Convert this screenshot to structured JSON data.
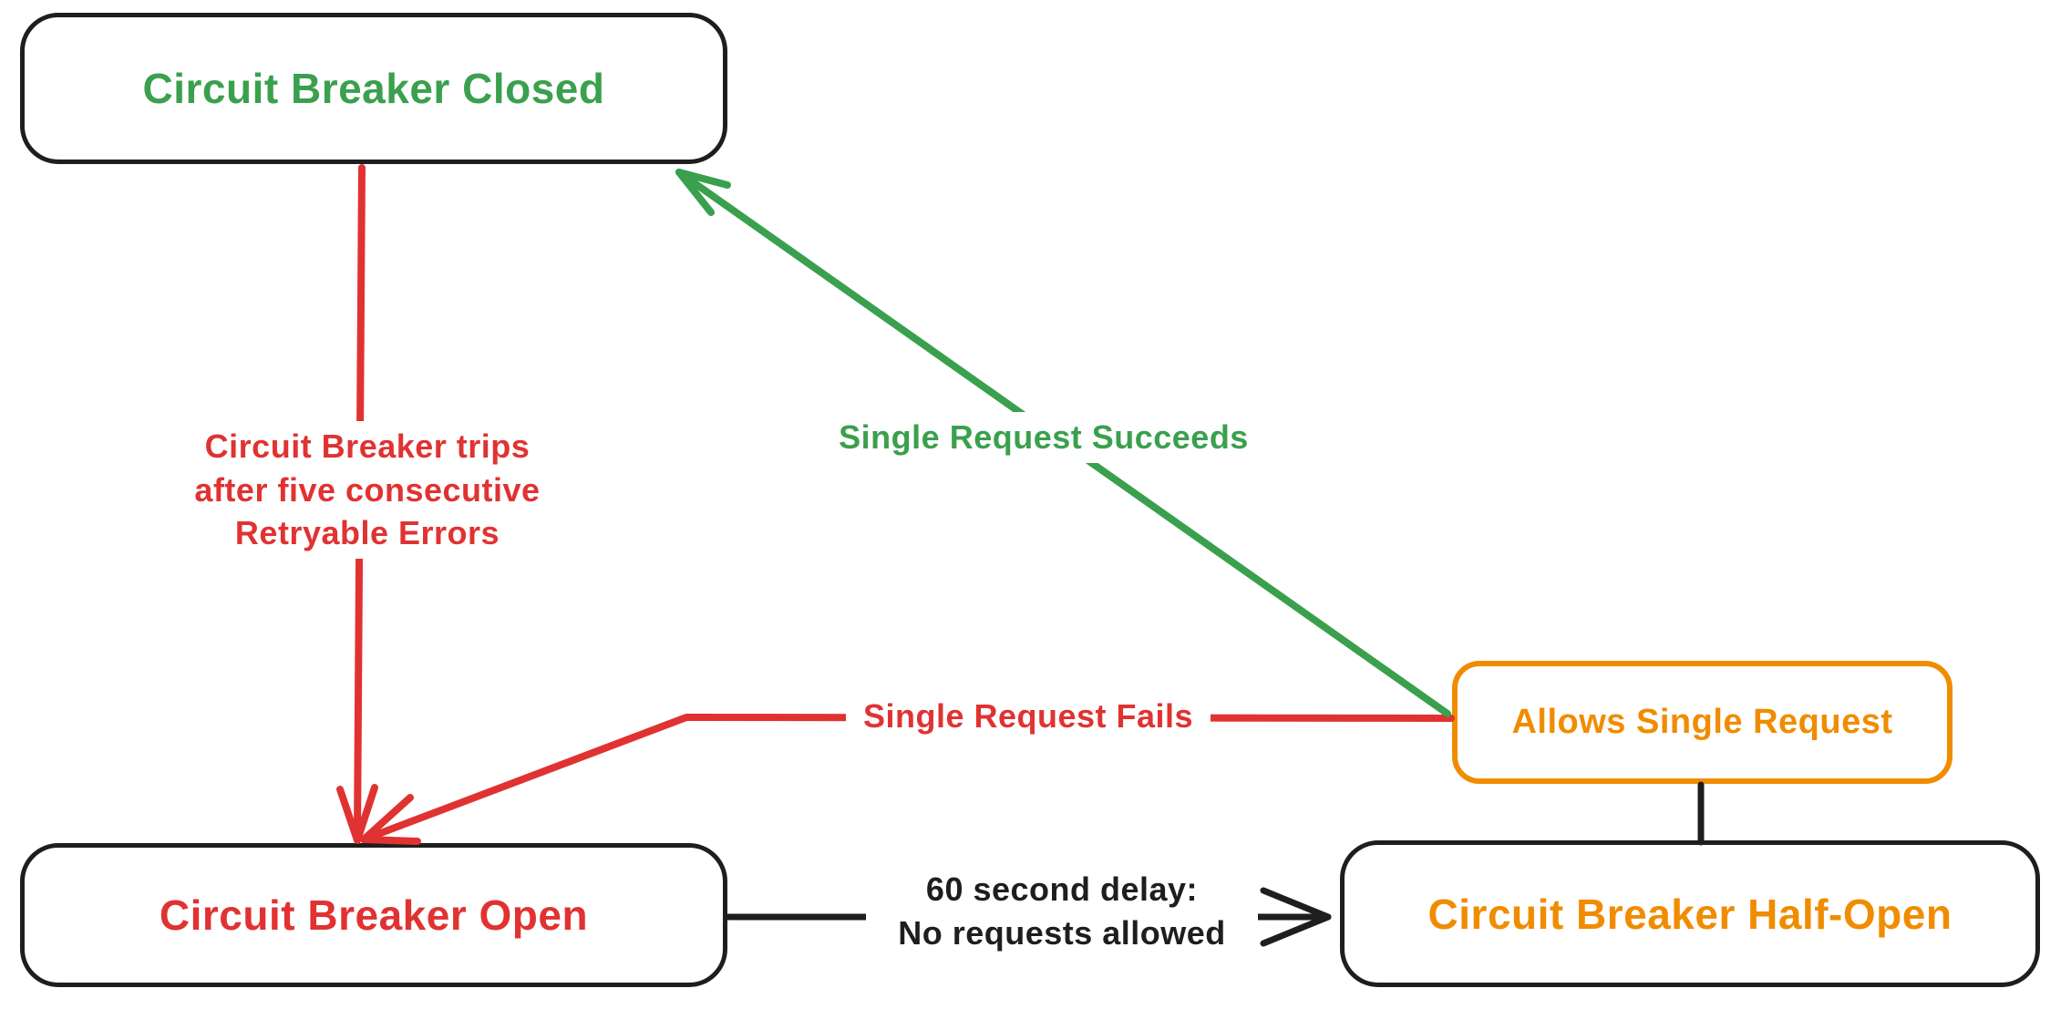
{
  "colors": {
    "ink": "#1e1e1e",
    "green": "#3aa04d",
    "red": "#e13232",
    "orange": "#f08c00",
    "bg": "#ffffff"
  },
  "nodes": {
    "closed": {
      "label": "Circuit Breaker Closed"
    },
    "open": {
      "label": "Circuit Breaker Open"
    },
    "half_open": {
      "label": "Circuit Breaker Half-Open"
    },
    "allows": {
      "label": "Allows Single Request"
    }
  },
  "edges": {
    "trips": {
      "lines": [
        "Circuit Breaker trips",
        "after five consecutive",
        "Retryable Errors"
      ]
    },
    "succeeds": {
      "label": "Single Request Succeeds"
    },
    "fails": {
      "label": "Single Request Fails"
    },
    "delay": {
      "lines": [
        "60 second delay:",
        "No requests allowed"
      ]
    }
  }
}
